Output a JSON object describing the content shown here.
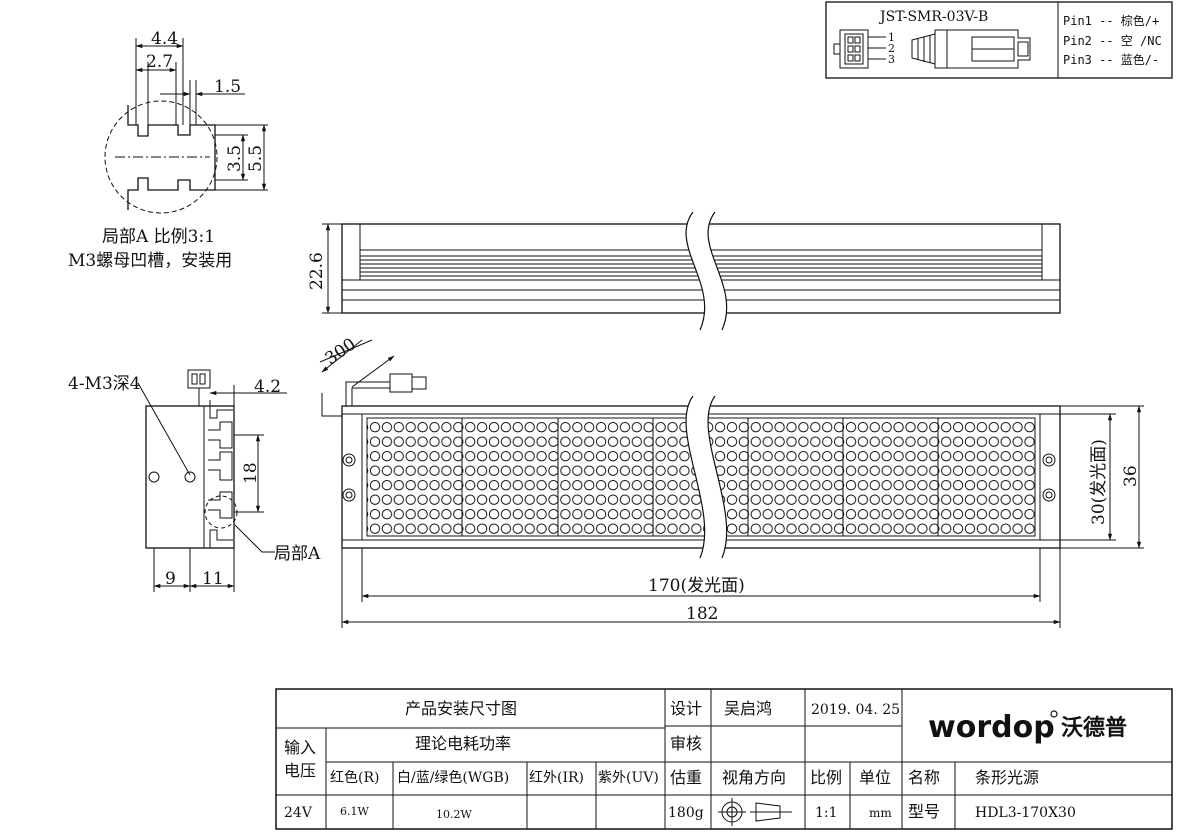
{
  "connector": {
    "model": "JST-SMR-03V-B",
    "pin_numbers": [
      "1",
      "2",
      "3"
    ],
    "pins": [
      "Pin1 -- 棕色/+",
      "Pin2 -- 空 /NC",
      "Pin3 -- 蓝色/-"
    ]
  },
  "detail_a": {
    "dims": [
      "4.4",
      "2.7",
      "1.5",
      "3.5",
      "5.5"
    ],
    "caption_1": "局部A 比例3:1",
    "caption_2": "M3螺母凹槽，安装用"
  },
  "top_view": {
    "height_dim": "22.6"
  },
  "side_view": {
    "thread_label": "4-M3深4",
    "dim_top": "4.2",
    "dim_mid": "18",
    "dim_bottom_left": "9",
    "dim_bottom_right": "11",
    "detail_ref": "局部A"
  },
  "front_view": {
    "cable_length": "300",
    "emit_height": "30(发光面)",
    "total_height": "36",
    "emit_length": "170(发光面)",
    "total_length": "182"
  },
  "title_block": {
    "drawing_title": "产品安装尺寸图",
    "design_label": "设计",
    "designer": "吴启鸿",
    "date": "2019. 04. 25",
    "review_label": "审核",
    "input_voltage_label_1": "输入",
    "input_voltage_label_2": "电压",
    "power_label": "理论电耗功率",
    "red_label": "红色(R)",
    "wgb_label": "白/蓝/绿色(WGB)",
    "ir_label": "红外(IR)",
    "uv_label": "紫外(UV)",
    "weight_label": "估重",
    "view_label": "视角方向",
    "scale_label": "比例",
    "unit_label": "单位",
    "name_label": "名称",
    "name_value": "条形光源",
    "voltage": "24V",
    "red_power": "6.1W",
    "wgb_power": "10.2W",
    "weight": "180g",
    "scale": "1:1",
    "unit": "mm",
    "model_label": "型号",
    "model_value": "HDL3-170X30",
    "logo_latin": "wordop",
    "logo_cn": "沃德普"
  }
}
